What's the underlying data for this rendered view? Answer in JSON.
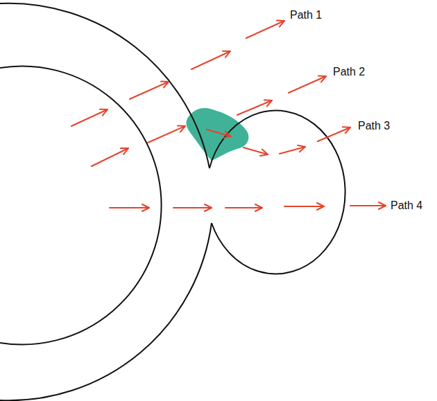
{
  "diagram": {
    "labels": [
      "Path 1",
      "Path 2",
      "Path 3",
      "Path 4"
    ]
  }
}
